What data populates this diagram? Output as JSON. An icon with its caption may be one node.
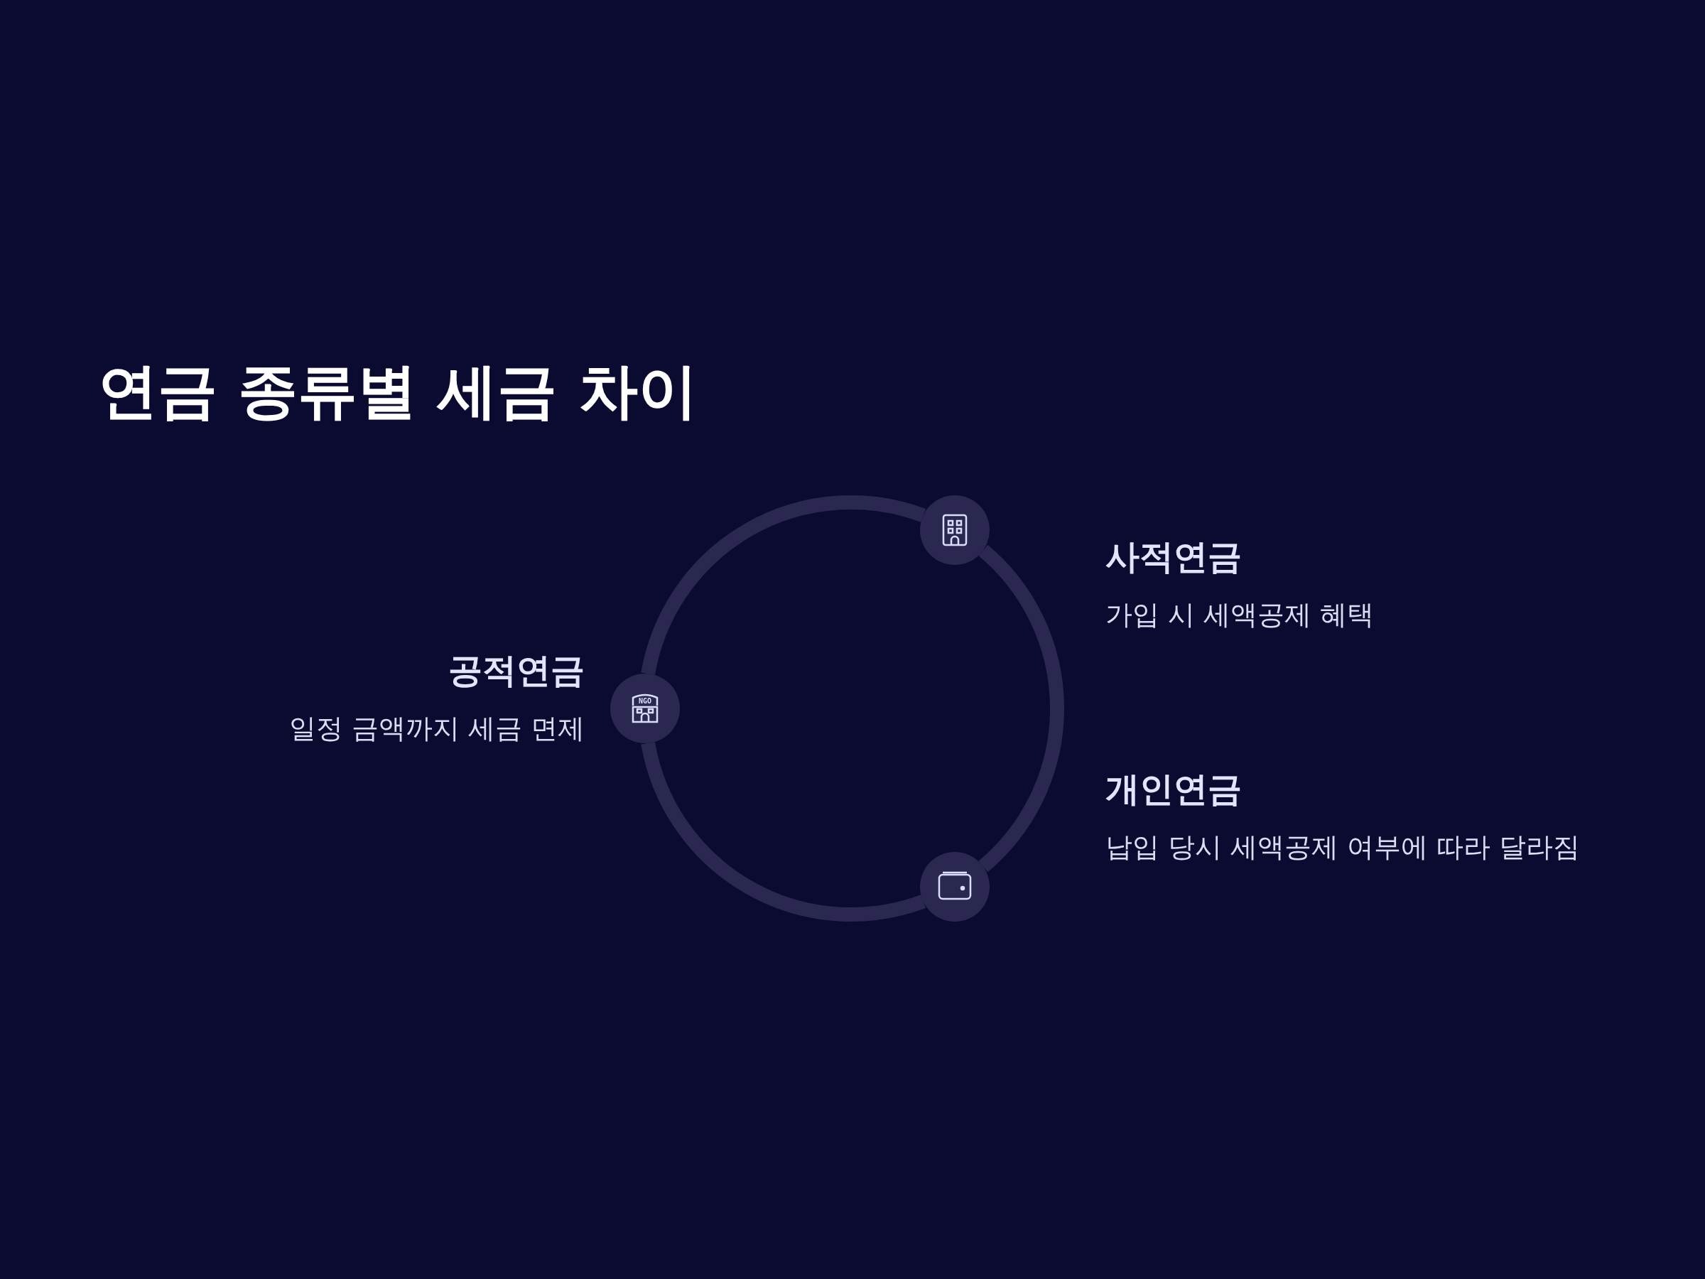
{
  "diagram": {
    "title": "연금 종류별 세금 차이",
    "nodes": [
      {
        "text": [],
        "shape": "circle",
        "beside": [
          "공적연금",
          "일정 금액까지 세금 면제"
        ]
      },
      {
        "text": [],
        "shape": "circle",
        "beside": [
          "사적연금",
          "가입 시 세액공제 혜택"
        ]
      },
      {
        "text": [],
        "shape": "circle",
        "beside": [
          "개인연금",
          "납입 당시 세액공제 여부에 따라 달라짐"
        ]
      }
    ],
    "edges": [
      {
        "from": 1,
        "to": 2,
        "arrow": "none"
      },
      {
        "from": 2,
        "to": 0,
        "arrow": "none"
      },
      {
        "from": 0,
        "to": 1,
        "arrow": "none"
      }
    ],
    "labels": [
      "NGO"
    ]
  }
}
